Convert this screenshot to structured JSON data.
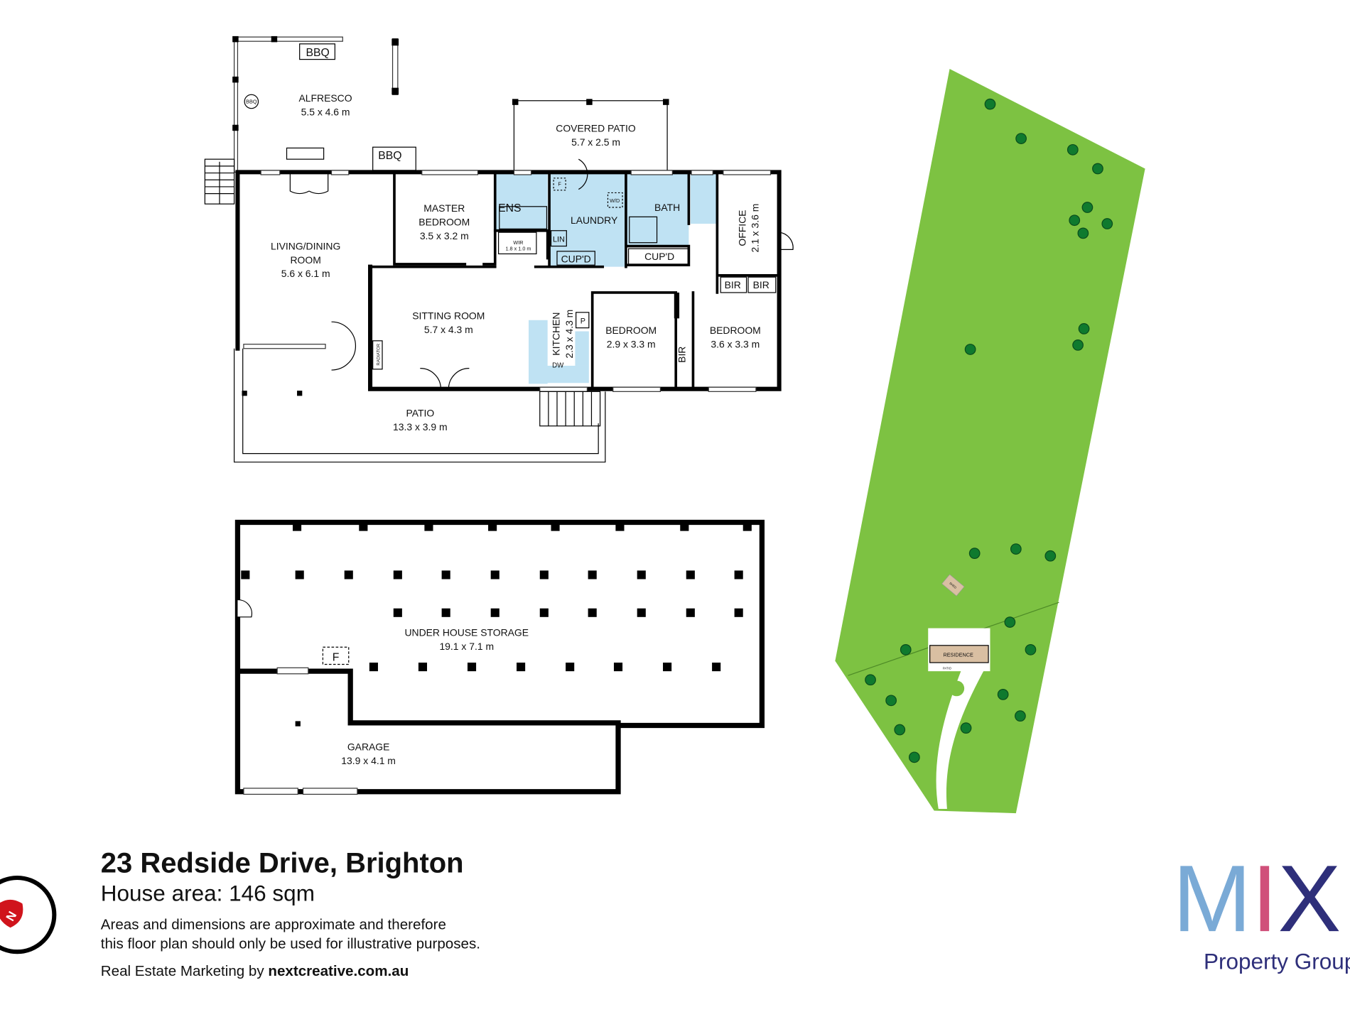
{
  "property": {
    "address": "23 Redside Drive, Brighton",
    "house_area": "House area: 146 sqm",
    "disclaimer_line1": "Areas and dimensions are approximate and therefore",
    "disclaimer_line2": "this floor plan should only be used for illustrative purposes.",
    "credit_prefix": "Real Estate Marketing by ",
    "credit_site": "nextcreative.com.au"
  },
  "compass": {
    "letter": "N",
    "color": "#d0141c"
  },
  "logo": {
    "letters": "MIX",
    "tagline": "Property Group",
    "colors": {
      "light_blue": "#7aaad6",
      "navy": "#2e2f7a",
      "pink": "#d0507a",
      "green": "#3fae7e"
    }
  },
  "rooms": {
    "alfresco": {
      "name": "ALFRESCO",
      "size": "5.5 x 4.6 m"
    },
    "covered_patio": {
      "name": "COVERED PATIO",
      "size": "5.7 x 2.5 m"
    },
    "living": {
      "name1": "LIVING/DINING",
      "name2": "ROOM",
      "size": "5.6 x 6.1 m"
    },
    "master": {
      "name1": "MASTER",
      "name2": "BEDROOM",
      "size": "3.5 x 3.2 m"
    },
    "ens": "ENS",
    "wir": {
      "name": "WIR",
      "size": "1.8 x 1.0 m"
    },
    "laundry": "LAUNDRY",
    "lin": "LIN",
    "cupd1": "CUP'D",
    "cupd2": "CUP'D",
    "bath": "BATH",
    "office": {
      "name": "OFFICE",
      "size": "2.1 x 3.6 m"
    },
    "bir1": "BIR",
    "bir2": "BIR",
    "bir3": "BIR",
    "sitting": {
      "name": "SITTING ROOM",
      "size": "5.7 x 4.3 m"
    },
    "kitchen": {
      "name": "KITCHEN",
      "size": "2.3 x 4.3 m"
    },
    "bedroom2": {
      "name": "BEDROOM",
      "size": "2.9 x 3.3 m"
    },
    "bedroom3": {
      "name": "BEDROOM",
      "size": "3.6 x 3.3 m"
    },
    "patio": {
      "name": "PATIO",
      "size": "13.3 x 3.9 m"
    },
    "storage": {
      "name": "UNDER HOUSE STORAGE",
      "size": "19.1 x 7.1 m"
    },
    "garage": {
      "name": "GARAGE",
      "size": "13.9 x 4.1 m"
    }
  },
  "fixtures": {
    "bbq": "BBQ",
    "bbq2": "BBQ",
    "bbq3": "BBQ",
    "radiator": "RADIATOR",
    "pantry": "P",
    "dw": "DW",
    "fridge": "F",
    "fridge2": "F",
    "wd": "W/D"
  },
  "site": {
    "residence": "RESIDENCE",
    "shed": "SHED",
    "patio": "PATIO",
    "grass_color": "#7dc242"
  }
}
